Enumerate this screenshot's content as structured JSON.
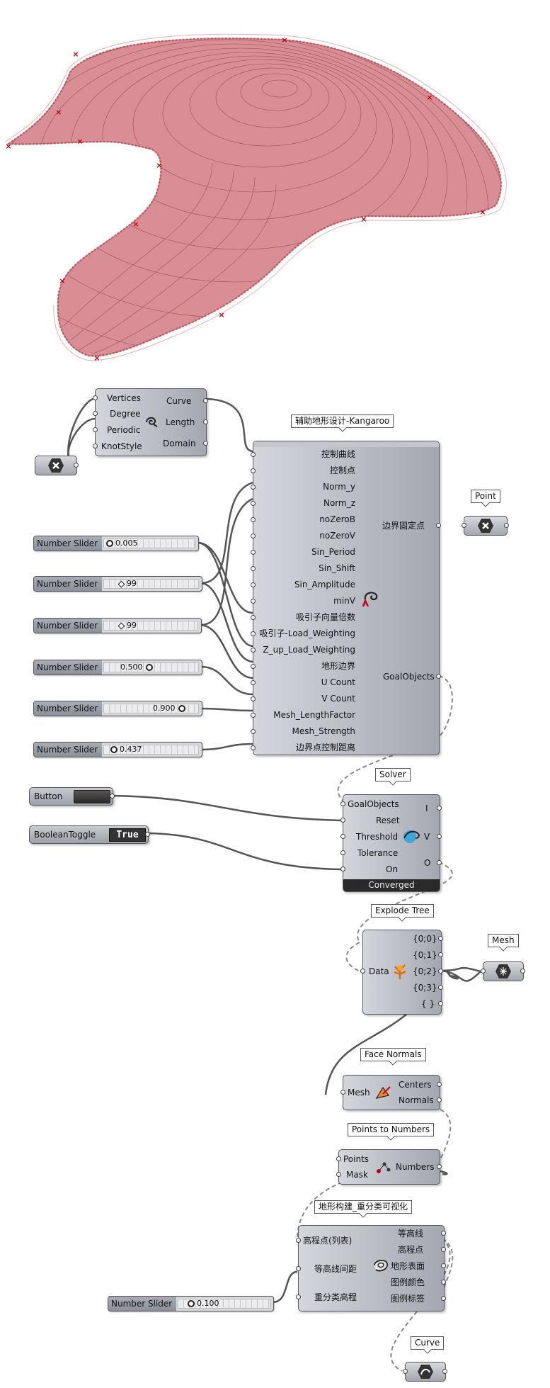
{
  "colors": {
    "wire": "#555555",
    "node_light": "#d4d6dc",
    "node_dark": "#a4a7b1",
    "terrain": "#d98e95",
    "terrain_edge": "#b04850",
    "control": "#c8000a"
  },
  "icons": {
    "kangaroo": "kangaroo-icon",
    "solver": "solver-icon",
    "tree": "tree-icon",
    "normals": "normals-icon",
    "points": "points-numbers-icon",
    "terrain": "terrain-icon",
    "curve_param": "curve-param-icon"
  },
  "curve_node": {
    "inputs": [
      "Vertices",
      "Degree",
      "Periodic",
      "KnotStyle"
    ],
    "outputs": [
      "Curve",
      "Length",
      "Domain"
    ]
  },
  "kangaroo": {
    "title": "辅助地形设计-Kangaroo",
    "inputs": [
      "控制曲线",
      "控制点",
      "Norm_y",
      "Norm_z",
      "noZeroB",
      "noZeroV",
      "Sin_Period",
      "Sin_Shift",
      "Sin_Amplitude",
      "minV",
      "吸引子向量倍数",
      "吸引子-Load_Weighting",
      "Z_up_Load_Weighting",
      "地形边界",
      "U Count",
      "V Count",
      "Mesh_LengthFactor",
      "Mesh_Strength",
      "边界点控制距离"
    ],
    "outputs": [
      "边界固定点",
      "GoalObjects"
    ]
  },
  "point_tag": "Point",
  "sliders": [
    {
      "name": "Number Slider",
      "value": "0.005"
    },
    {
      "name": "Number Slider",
      "value": "99"
    },
    {
      "name": "Number Slider",
      "value": "99"
    },
    {
      "name": "Number Slider",
      "value": "0.500"
    },
    {
      "name": "Number Slider",
      "value": "0.900"
    },
    {
      "name": "Number Slider",
      "value": "0.437"
    }
  ],
  "solver": {
    "title": "Solver",
    "inputs": [
      "GoalObjects",
      "Reset",
      "Threshold",
      "Tolerance",
      "On"
    ],
    "outputs": [
      "I",
      "V",
      "O"
    ],
    "status": "Converged"
  },
  "button": {
    "name": "Button"
  },
  "toggle": {
    "name": "BooleanToggle",
    "value": "True"
  },
  "explode": {
    "title": "Explode Tree",
    "input": "Data",
    "outputs": [
      "{0;0}",
      "{0;1}",
      "{0;2}",
      "{0;3}",
      "{ }"
    ]
  },
  "mesh_tag": "Mesh",
  "face_normals": {
    "title": "Face Normals",
    "input": "Mesh",
    "outputs": [
      "Centers",
      "Normals"
    ]
  },
  "pts_numbers": {
    "title": "Points to Numbers",
    "inputs": [
      "Points",
      "Mask"
    ],
    "output": "Numbers"
  },
  "terrain": {
    "title": "地形构建_重分类可视化",
    "inputs": [
      "高程点(列表)",
      "等高线间距",
      "重分类高程"
    ],
    "outputs": [
      "等高线",
      "高程点",
      "地形表面",
      "图例颜色",
      "图例标签"
    ]
  },
  "bottom_slider": {
    "name": "Number Slider",
    "value": "0.100"
  },
  "curve_tag": "Curve"
}
